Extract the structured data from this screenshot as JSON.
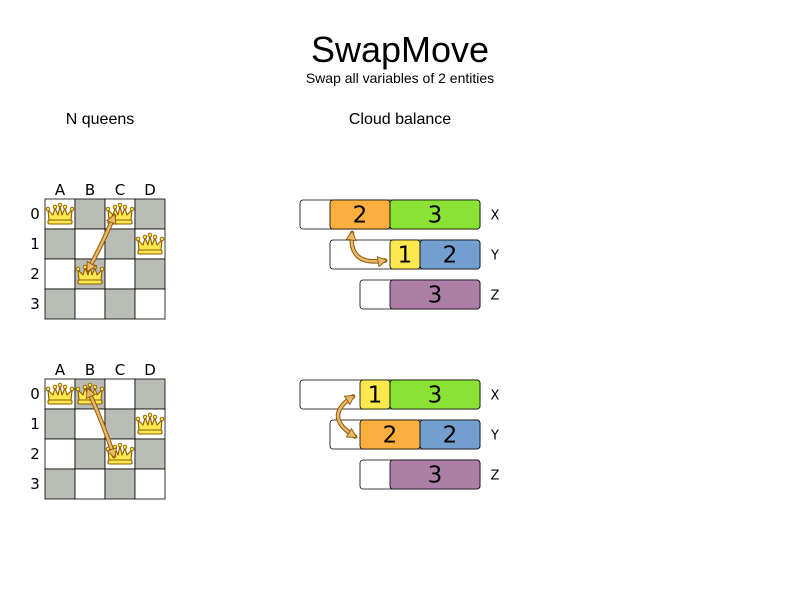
{
  "title": "SwapMove",
  "subtitle": "Swap all variables of 2 entities",
  "nqueens": {
    "label": "N queens",
    "columns": [
      "A",
      "B",
      "C",
      "D"
    ],
    "rows": [
      "0",
      "1",
      "2",
      "3"
    ],
    "boards": [
      {
        "queens": [
          [
            0,
            0
          ],
          [
            2,
            0
          ],
          [
            3,
            1
          ],
          [
            1,
            2
          ]
        ],
        "swap_from": [
          1,
          2
        ],
        "swap_to": [
          2,
          0
        ]
      },
      {
        "queens": [
          [
            0,
            0
          ],
          [
            1,
            0
          ],
          [
            3,
            1
          ],
          [
            2,
            2
          ]
        ],
        "swap_from": [
          1,
          0
        ],
        "swap_to": [
          2,
          2
        ]
      }
    ],
    "colors": {
      "light": "#ffffff",
      "dark": "#babdb6",
      "queen": "#fce94f",
      "queen_outline": "#8f5902",
      "arrow": "#e9b96e"
    }
  },
  "cloud": {
    "label": "Cloud balance",
    "computers": [
      "X",
      "Y",
      "Z"
    ],
    "diagrams": [
      {
        "rows": [
          {
            "computer": "X",
            "processes": [
              {
                "label": "2",
                "color": "#fcaf3e"
              },
              {
                "label": "3",
                "color": "#8ae234"
              }
            ]
          },
          {
            "computer": "Y",
            "processes": [
              {
                "label": "1",
                "color": "#fce94f"
              },
              {
                "label": "2",
                "color": "#729fcf"
              }
            ]
          },
          {
            "computer": "Z",
            "processes": [
              {
                "label": "3",
                "color": "#ad7fa8"
              }
            ]
          }
        ]
      },
      {
        "rows": [
          {
            "computer": "X",
            "processes": [
              {
                "label": "1",
                "color": "#fce94f"
              },
              {
                "label": "3",
                "color": "#8ae234"
              }
            ]
          },
          {
            "computer": "Y",
            "processes": [
              {
                "label": "2",
                "color": "#fcaf3e"
              },
              {
                "label": "2",
                "color": "#729fcf"
              }
            ]
          },
          {
            "computer": "Z",
            "processes": [
              {
                "label": "3",
                "color": "#ad7fa8"
              }
            ]
          }
        ]
      }
    ]
  }
}
